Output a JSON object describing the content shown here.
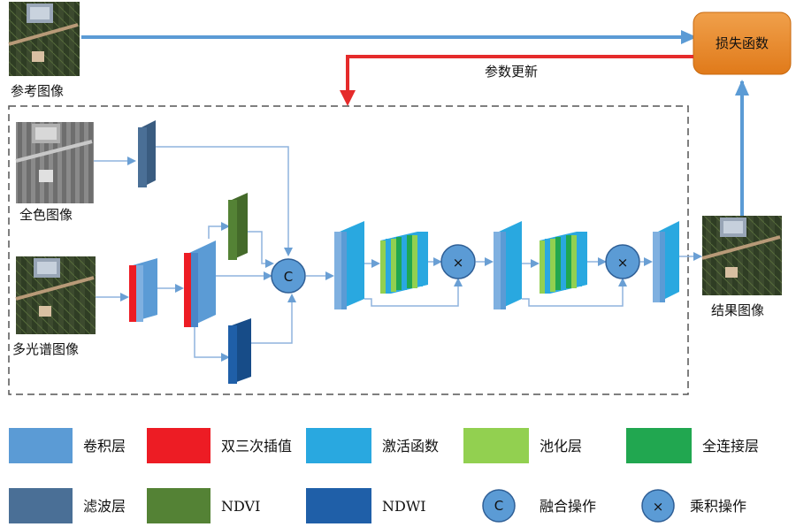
{
  "images": {
    "reference": "参考图像",
    "panchromatic": "全色图像",
    "multispectral": "多光谱图像",
    "result": "结果图像"
  },
  "loss_box": "损失函数",
  "feedback": "参数更新",
  "fusion_symbol": "C",
  "multiply_symbol": "×",
  "colors": {
    "conv": "#5b9bd5",
    "bicubic": "#ed1c24",
    "activation": "#29a8e0",
    "pooling": "#92d050",
    "fully_connected": "#21a750",
    "filter": "#4a6f96",
    "ndvi": "#548235",
    "ndwi": "#1f5fa8",
    "loss": "#e67e22",
    "flow_arrow": "#6a9fd4",
    "feedback_arrow": "#e52b2b"
  },
  "legend": [
    {
      "label": "卷积层",
      "color": "#5b9bd5"
    },
    {
      "label": "双三次插值",
      "color": "#ed1c24"
    },
    {
      "label": "激活函数",
      "color": "#29a8e0"
    },
    {
      "label": "池化层",
      "color": "#92d050"
    },
    {
      "label": "全连接层",
      "color": "#21a750"
    },
    {
      "label": "滤波层",
      "color": "#4a6f96"
    },
    {
      "label": "NDVI",
      "color": "#548235"
    },
    {
      "label": "NDWI",
      "color": "#1f5fa8"
    },
    {
      "label": "融合操作",
      "symbol": "C"
    },
    {
      "label": "乘积操作",
      "symbol": "×"
    }
  ]
}
